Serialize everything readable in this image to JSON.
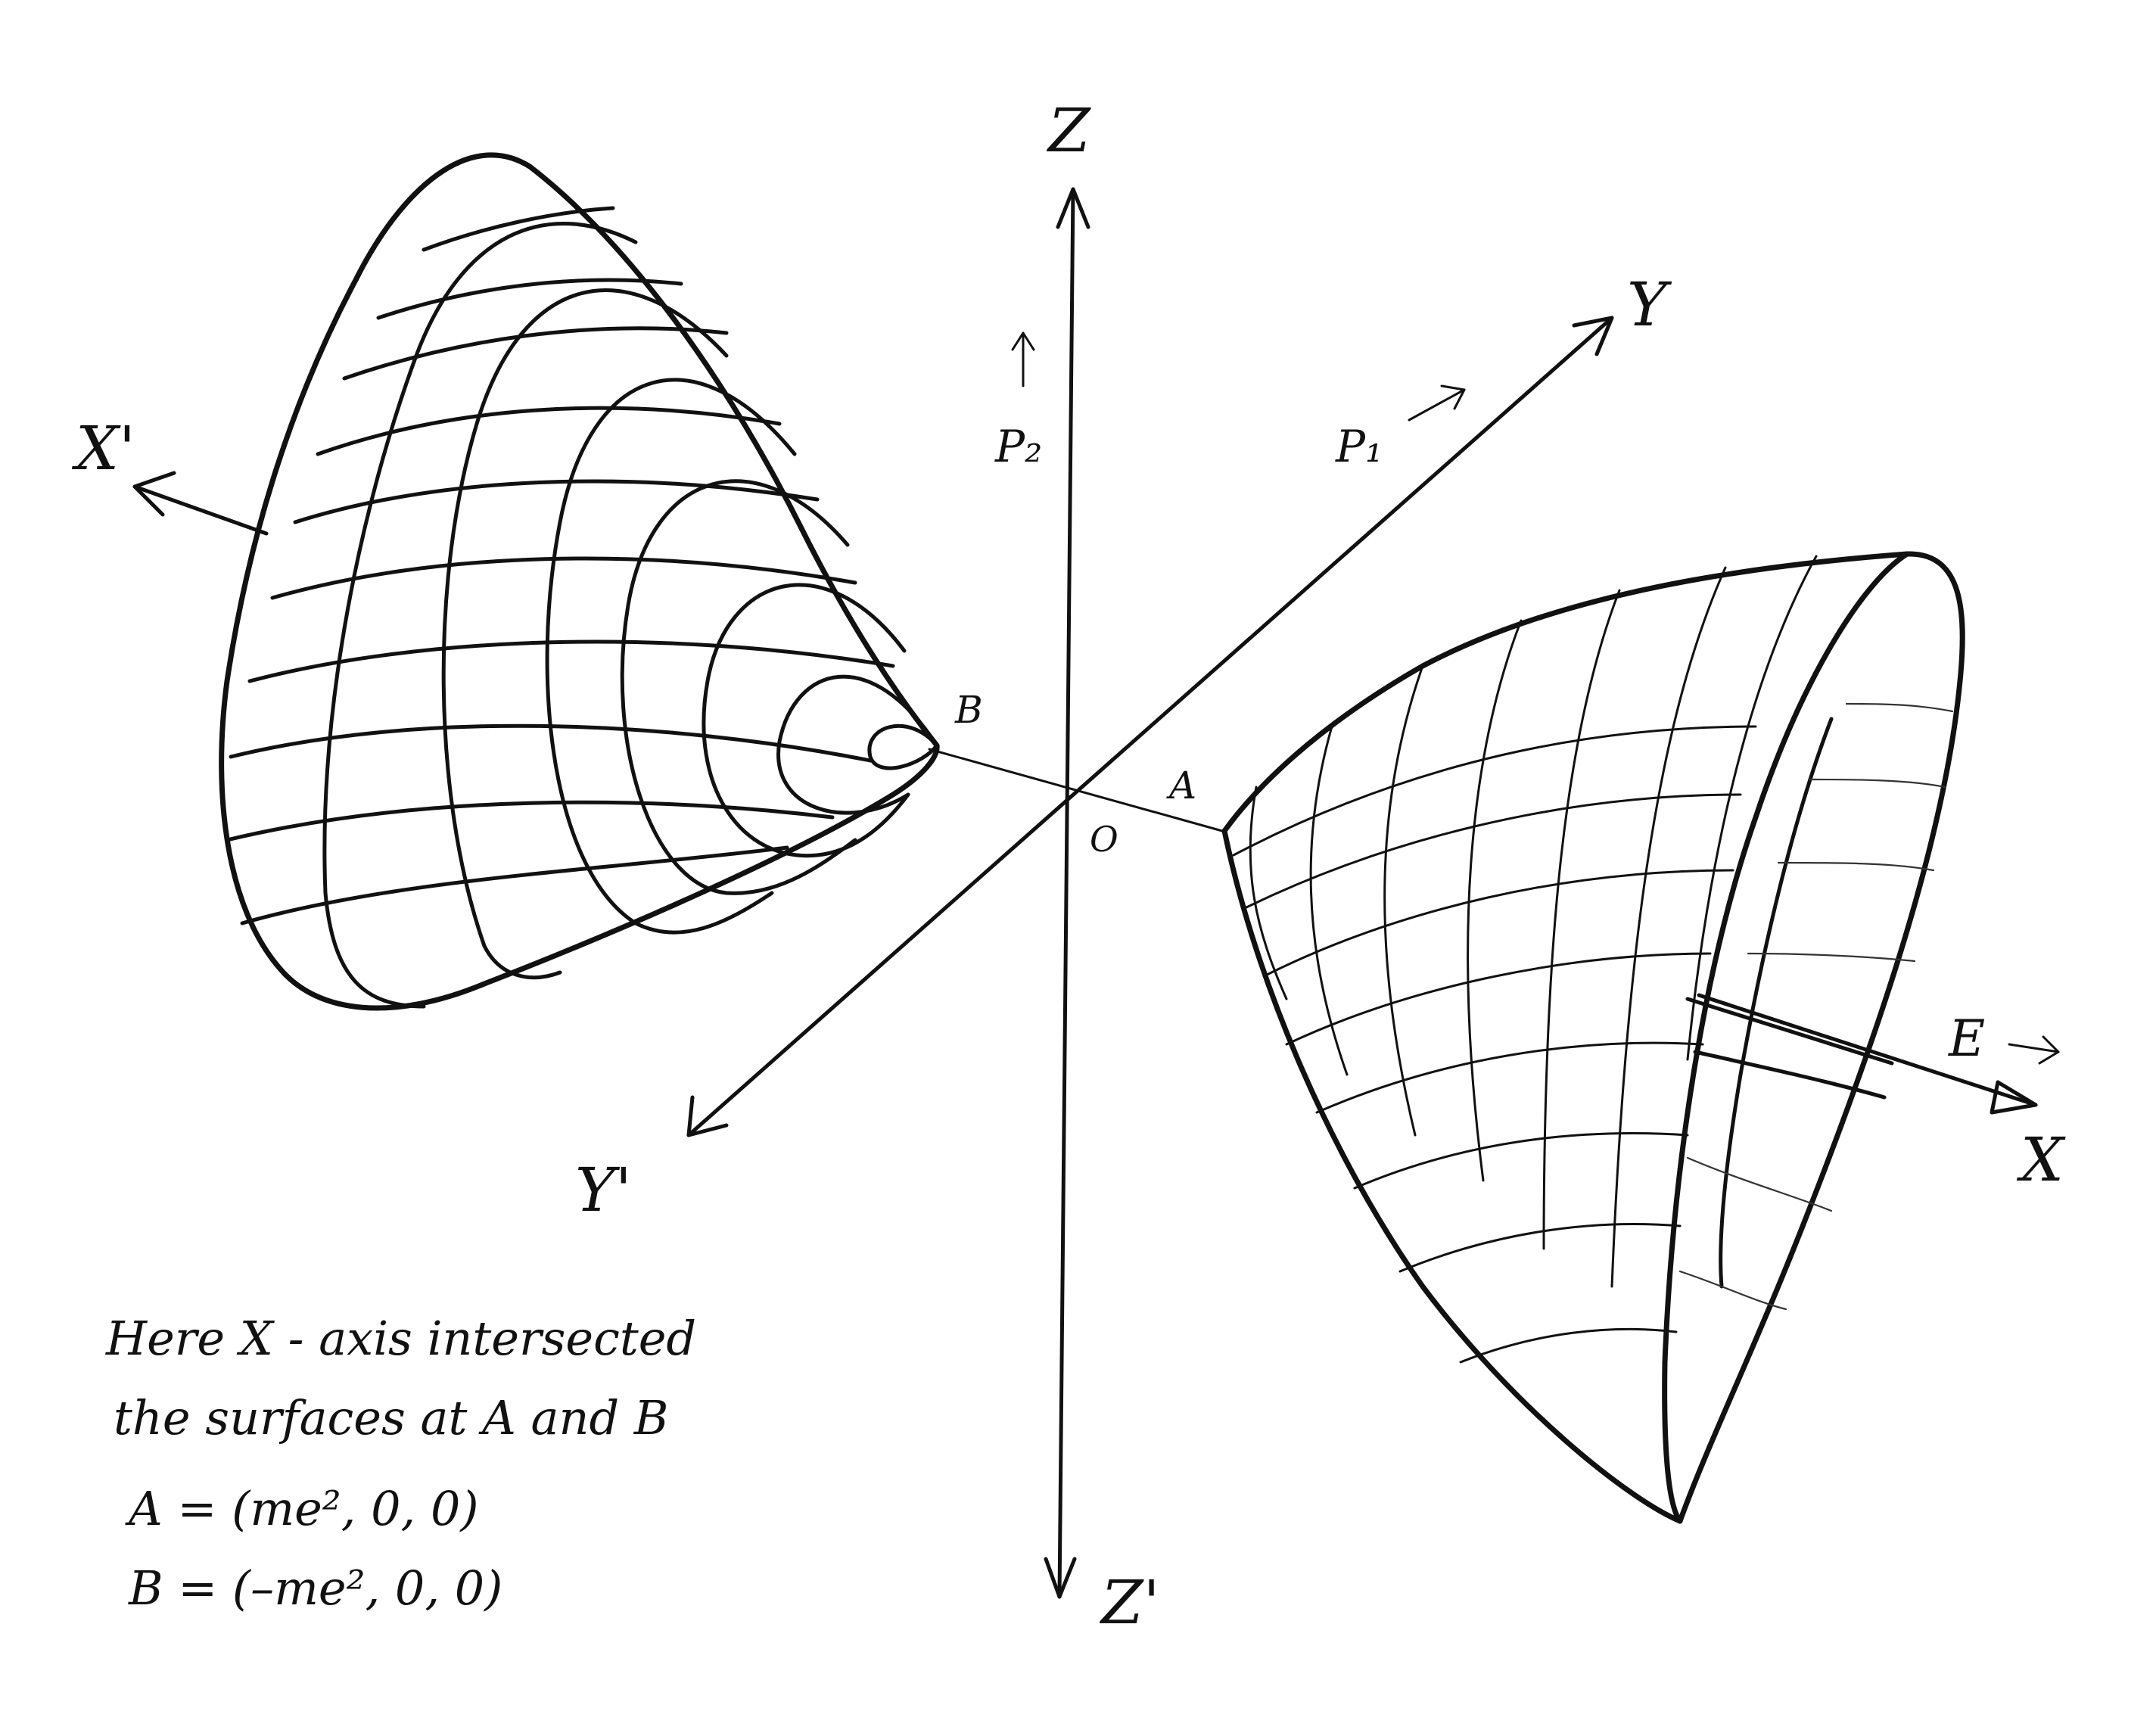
{
  "axes": {
    "z": "Z",
    "z_neg": "Z'",
    "x": "X",
    "x_neg": "X'",
    "y": "Y",
    "y_neg": "Y'",
    "origin": "O"
  },
  "vectors": {
    "p1": "P₁",
    "p2": "P₂",
    "e": "E"
  },
  "points": {
    "a": "A",
    "b": "B"
  },
  "note": {
    "line1": "Here  X - axis  intersected",
    "line2": "the surfaces  at  A and  B",
    "line3": "A =  (me², 0, 0)",
    "line4": "B  =  (–me², 0, 0)"
  }
}
